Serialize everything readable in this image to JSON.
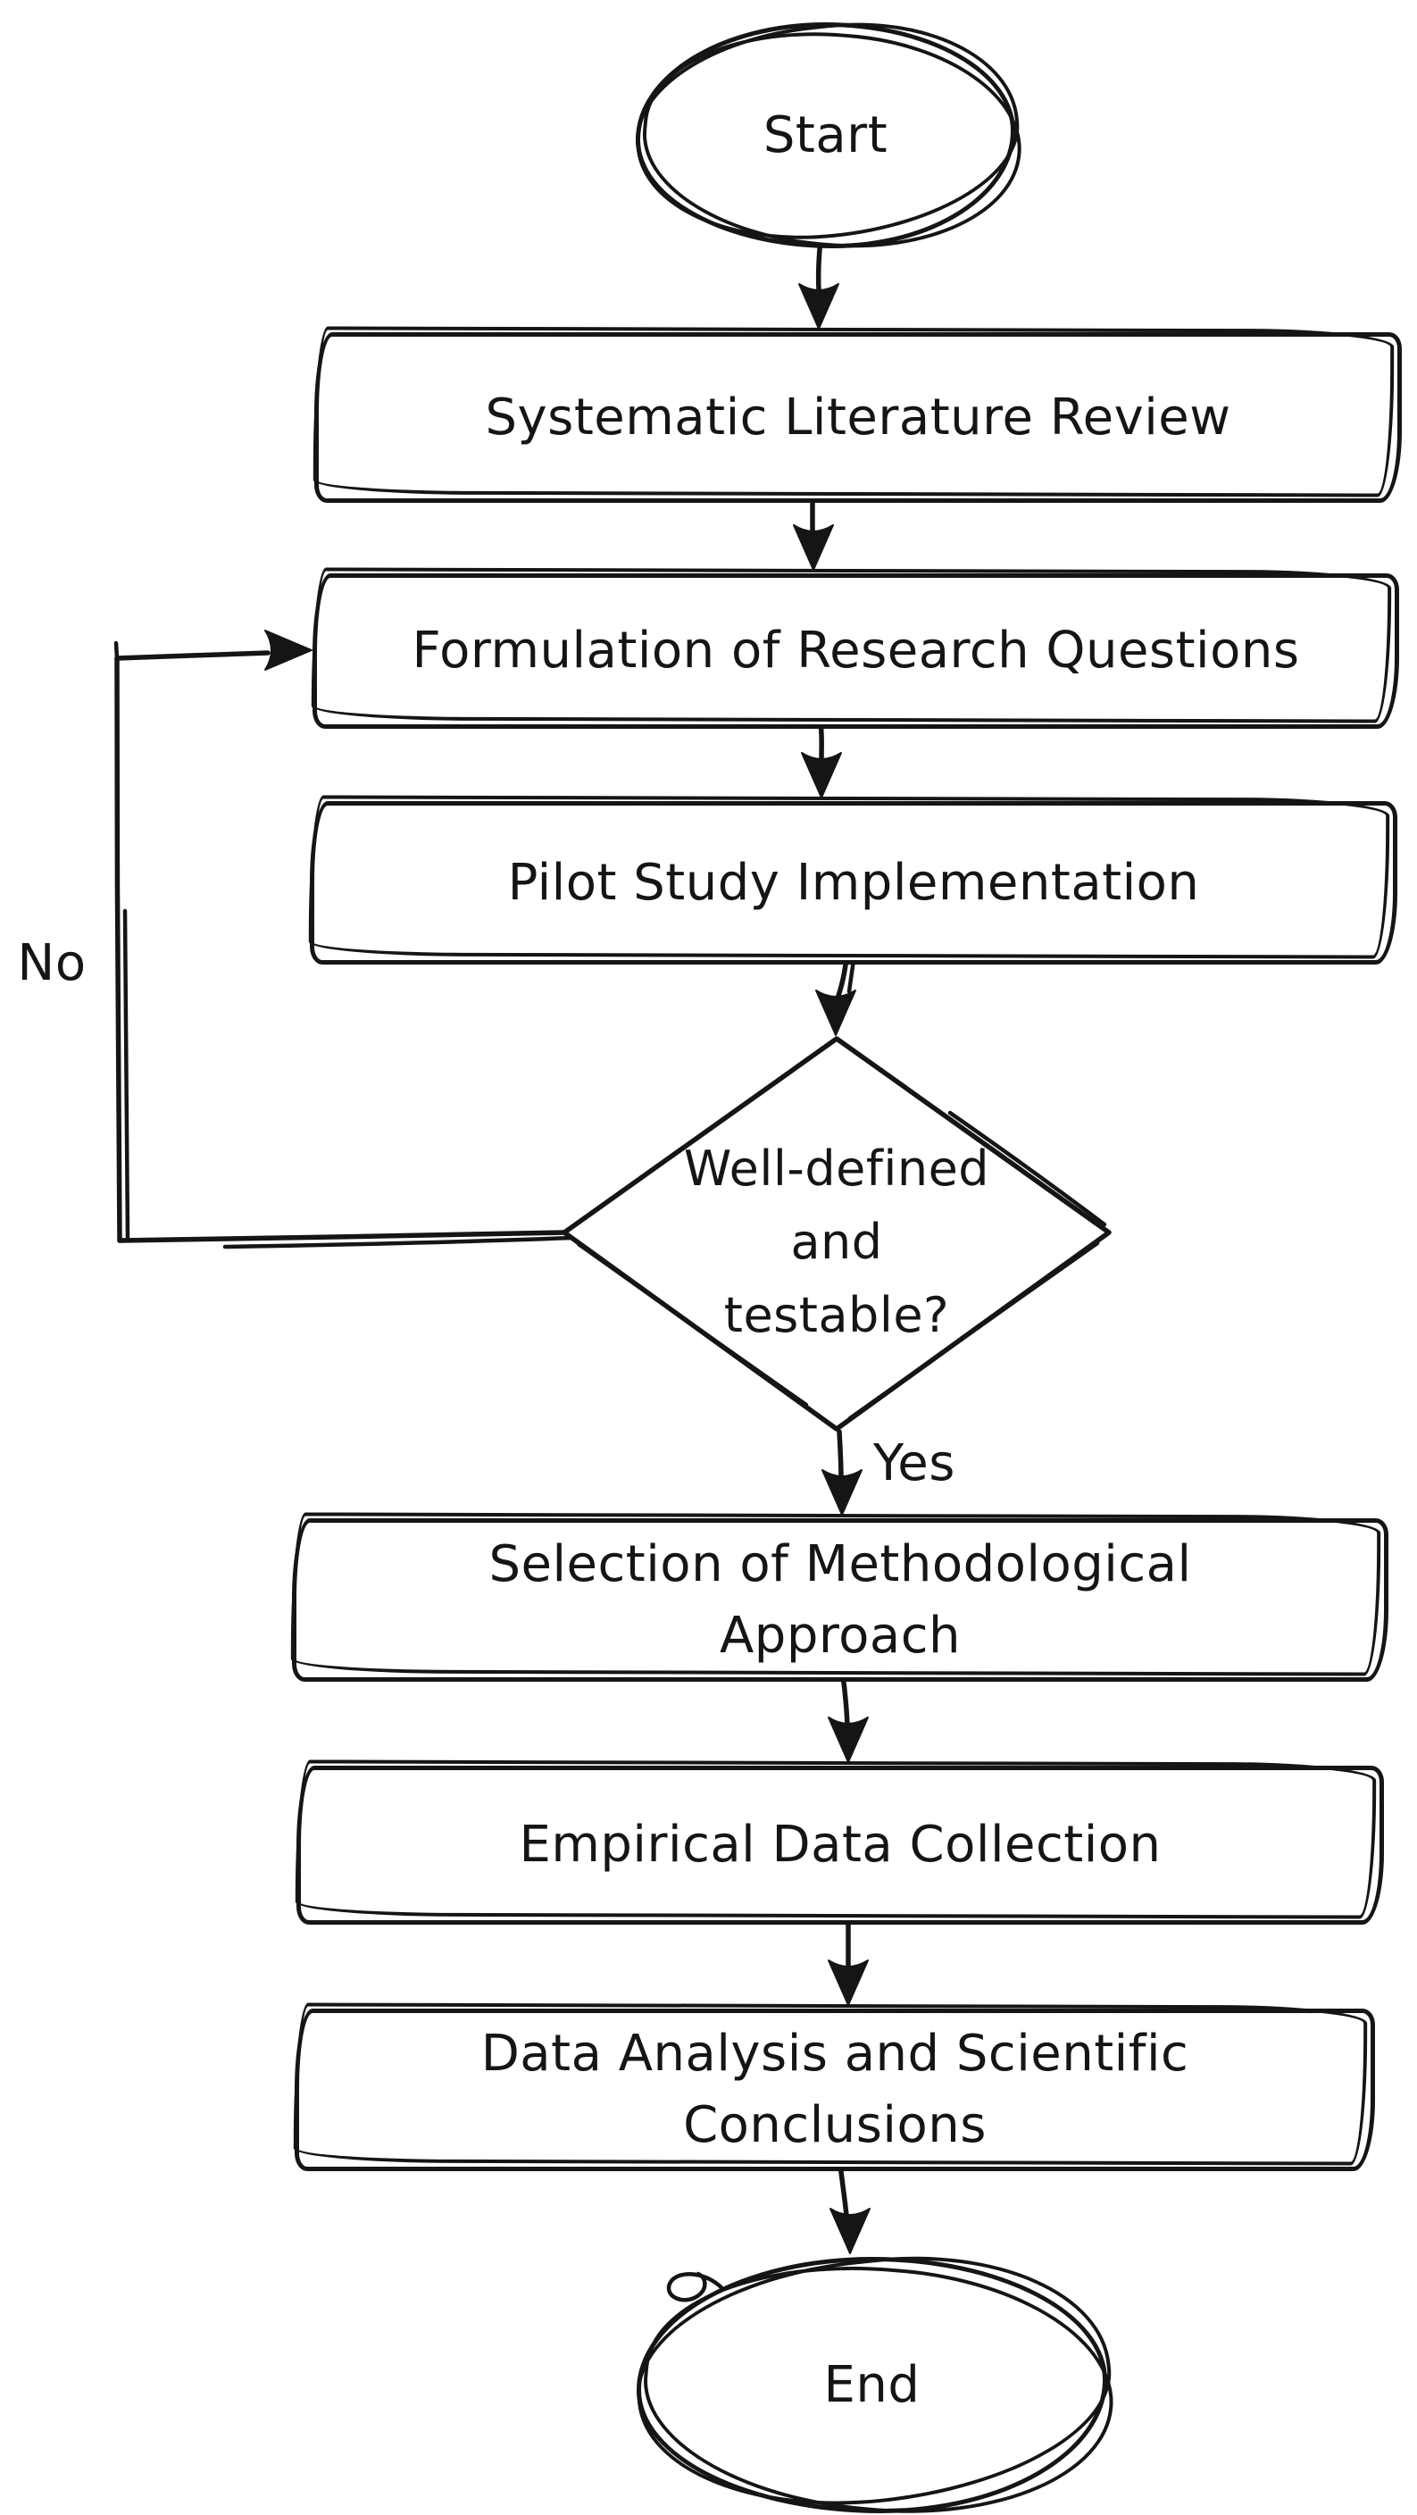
{
  "flowchart": {
    "nodes": [
      {
        "id": "start",
        "type": "terminator",
        "label": "Start"
      },
      {
        "id": "systematic-literature-review",
        "type": "process",
        "label": "Systematic Literature Review"
      },
      {
        "id": "formulation-of-research-questions",
        "type": "process",
        "label": "Formulation of Research Questions"
      },
      {
        "id": "pilot-study-implementation",
        "type": "process",
        "label": "Pilot Study Implementation"
      },
      {
        "id": "well-defined-and-testable",
        "type": "decision",
        "label": "Well-defined and testable?",
        "label_lines": [
          "Well-defined",
          "and",
          "testable?"
        ]
      },
      {
        "id": "selection-of-methodological-approach",
        "type": "process",
        "label": "Selection of Methodological Approach"
      },
      {
        "id": "empirical-data-collection",
        "type": "process",
        "label": "Empirical Data Collection"
      },
      {
        "id": "data-analysis-and-scientific-conclusions",
        "type": "process",
        "label": "Data Analysis and Scientific Conclusions"
      },
      {
        "id": "end",
        "type": "terminator",
        "label": "End"
      }
    ],
    "edge_labels": {
      "yes": "Yes",
      "no": "No"
    },
    "colors": {
      "stroke": "#151515",
      "background": "#ffffff",
      "text": "#151515"
    }
  }
}
